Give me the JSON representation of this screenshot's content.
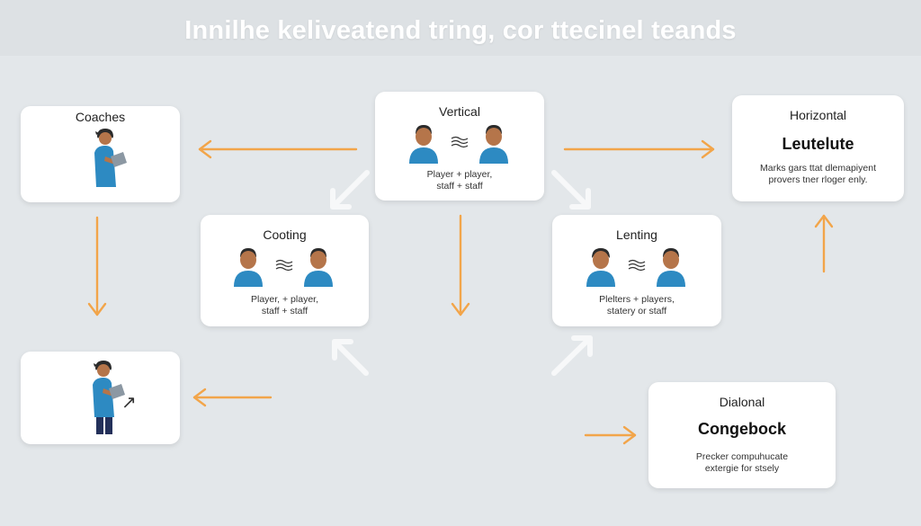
{
  "title": "Innilhe keliveatend tring, cor ttecinel teands",
  "colors": {
    "background": "#e3e7ea",
    "arrow_orange": "#f2a54a",
    "arrow_white": "#f7f8f9",
    "figure_shirt": "#2d8ac2",
    "figure_skin": "#b5754a",
    "figure_hair": "#2b2b2b",
    "figure_pants": "#23305a"
  },
  "nodes": {
    "coaches": {
      "label": "Coaches",
      "icon": "coach-with-tablet-icon"
    },
    "vertical": {
      "label": "Vertical",
      "text_line1": "Player + player,",
      "text_line2": "staff + staff",
      "icon": "two-people-exchange-icon"
    },
    "horizontal": {
      "label": "Horizontal",
      "heading": "Leutelute",
      "text_line1": "Marks gars ttat dlemapiyent",
      "text_line2": "provers tner rloger enly."
    },
    "cooting": {
      "label": "Cooting",
      "text_line1": "Player, + player,",
      "text_line2": "staff + staff",
      "icon": "two-people-exchange-icon"
    },
    "lenting": {
      "label": "Lenting",
      "text_line1": "Plelters + players,",
      "text_line2": "statery or staff",
      "icon": "two-people-exchange-icon"
    },
    "coach_bottom": {
      "icon": "coach-with-tablet-icon",
      "arrow_glyph": "↗"
    },
    "dialonal": {
      "label": "Dialonal",
      "heading": "Congebock",
      "text_line1": "Precker compuhucate",
      "text_line2": "extergie for stsely"
    }
  }
}
